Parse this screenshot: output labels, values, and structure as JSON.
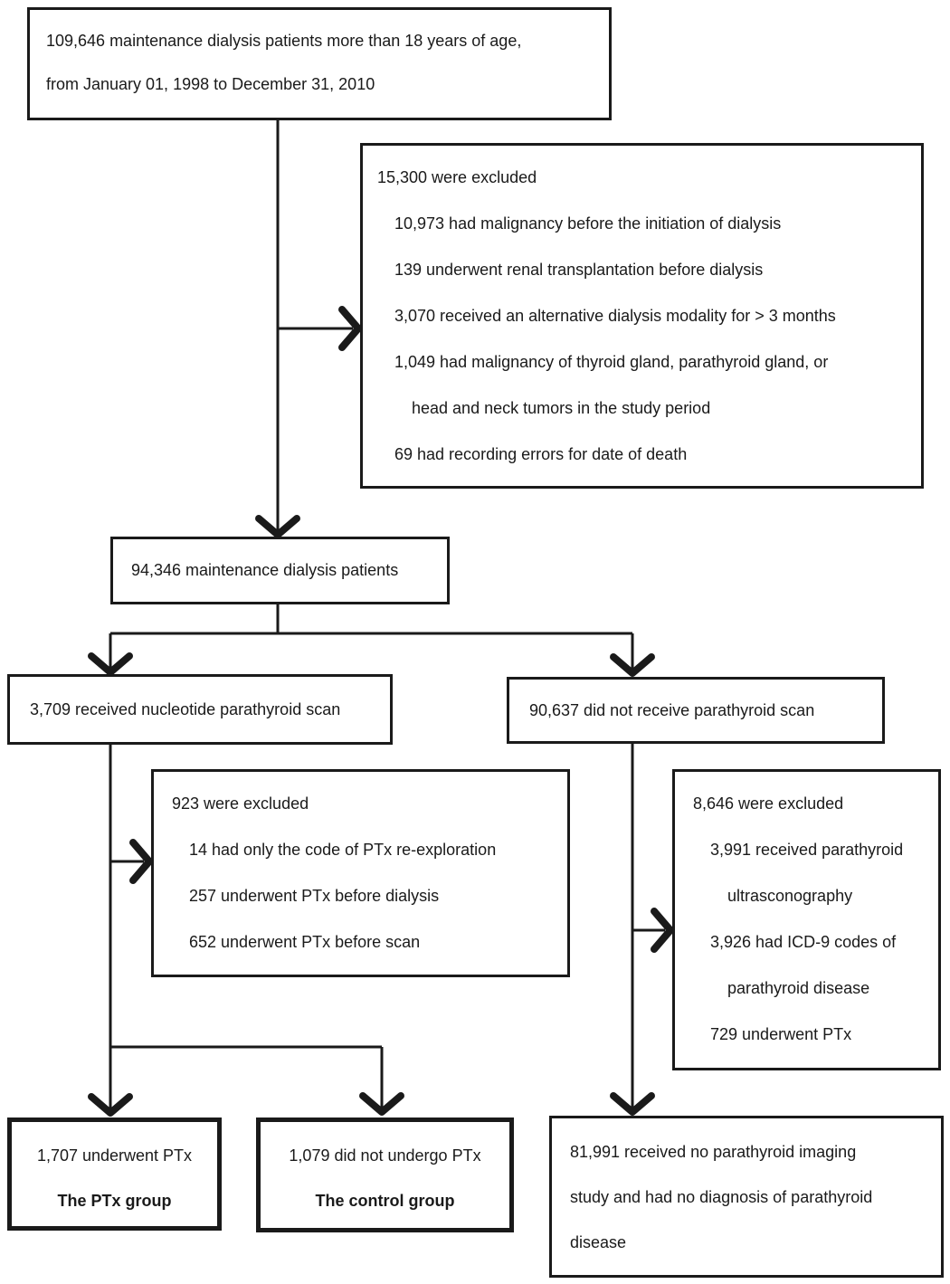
{
  "diagram": {
    "title": "Patient selection flowchart for maintenance dialysis parathyroidectomy study",
    "colors": {
      "line": "#1a1a1a",
      "text": "#1a1a1a",
      "background": "#ffffff"
    },
    "boxes": {
      "initial": {
        "lines": [
          "109,646 maintenance dialysis patients more than 18 years of age,",
          "from January 01, 1998 to December 31, 2010"
        ]
      },
      "excluded_main": {
        "lines": [
          "15,300 were excluded",
          "10,973 had malignancy before the initiation of dialysis",
          "139 underwent renal transplantation before dialysis",
          "3,070 received an alternative dialysis modality for > 3 months",
          "1,049 had malignancy of thyroid gland, parathyroid gland, or",
          "head and neck tumors in the study period",
          "69 had recording errors for date of death"
        ]
      },
      "dialysis_patients": {
        "lines": [
          "94,346 maintenance dialysis patients"
        ]
      },
      "scan": {
        "lines": [
          "3,709 received nucleotide parathyroid scan"
        ]
      },
      "no_scan": {
        "lines": [
          "90,637 did not receive parathyroid scan"
        ]
      },
      "excluded_scan": {
        "lines": [
          "923 were excluded",
          "14 had only the code of PTx re-exploration",
          "257 underwent PTx before dialysis",
          "652 underwent PTx before scan"
        ]
      },
      "excluded_no_scan": {
        "lines": [
          "8,646 were excluded",
          "3,991 received parathyroid",
          "ultrasconography",
          "3,926 had ICD-9 codes of",
          "parathyroid disease",
          "729 underwent PTx"
        ]
      },
      "ptx_group": {
        "lines": [
          "1,707 underwent PTx",
          "The PTx group"
        ]
      },
      "control_group": {
        "lines": [
          "1,079 did not undergo PTx",
          "The control group"
        ]
      },
      "no_imaging": {
        "lines": [
          "81,991 received no parathyroid imaging",
          "study and had no diagnosis of parathyroid",
          "disease"
        ]
      }
    }
  }
}
